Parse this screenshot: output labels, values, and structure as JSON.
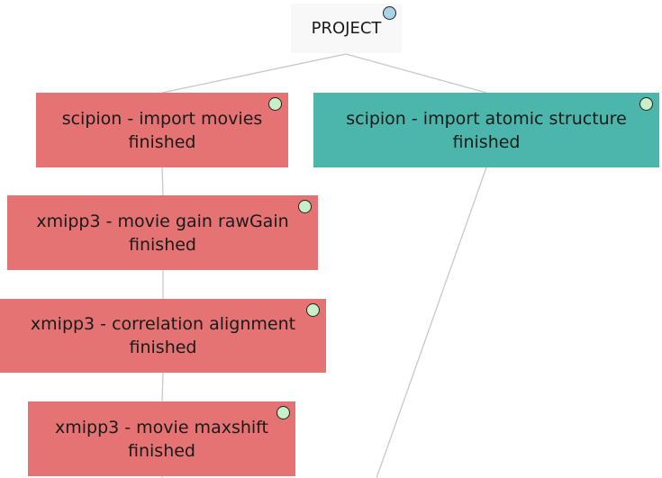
{
  "colors": {
    "finished_fill": "#e57373",
    "selected_fill": "#4db6ac",
    "project_fill": "#f8f8f8",
    "status_dot": "#c8f0c8",
    "project_dot": "#a8d4e6",
    "edge": "#c8c8c8"
  },
  "project": {
    "label": "PROJECT"
  },
  "nodes": [
    {
      "label": "scipion - import movies",
      "status": "finished"
    },
    {
      "label": "scipion - import atomic structure",
      "status": "finished"
    },
    {
      "label": "xmipp3 - movie gain rawGain",
      "status": "finished"
    },
    {
      "label": "xmipp3 - correlation alignment",
      "status": "finished"
    },
    {
      "label": "xmipp3 - movie maxshift",
      "status": "finished"
    }
  ]
}
